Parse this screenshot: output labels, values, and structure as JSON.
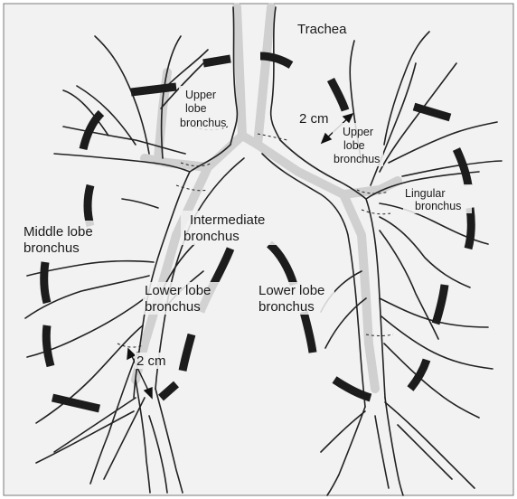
{
  "colors": {
    "background": "#f2f2f2",
    "border": "#7a7a7a",
    "airway": "#222222",
    "marker": "#1c1c1c"
  },
  "labels": {
    "trachea": "Trachea",
    "right_upper_1": "Upper",
    "right_upper_2": "lobe",
    "right_upper_3": "bronchus",
    "left_upper_1": "Upper",
    "left_upper_2": "lobe",
    "left_upper_3": "bronchus",
    "lingular_1": "Lingular",
    "lingular_2": "bronchus",
    "middle_1": "Middle lobe",
    "middle_2": "bronchus",
    "intermediate_1": "Intermediate",
    "intermediate_2": "bronchus",
    "lower_right_1": "Lower lobe",
    "lower_right_2": "bronchus",
    "lower_left_1": "Lower lobe",
    "lower_left_2": "bronchus",
    "distance_top": "2 cm",
    "distance_bottom": "2 cm"
  }
}
